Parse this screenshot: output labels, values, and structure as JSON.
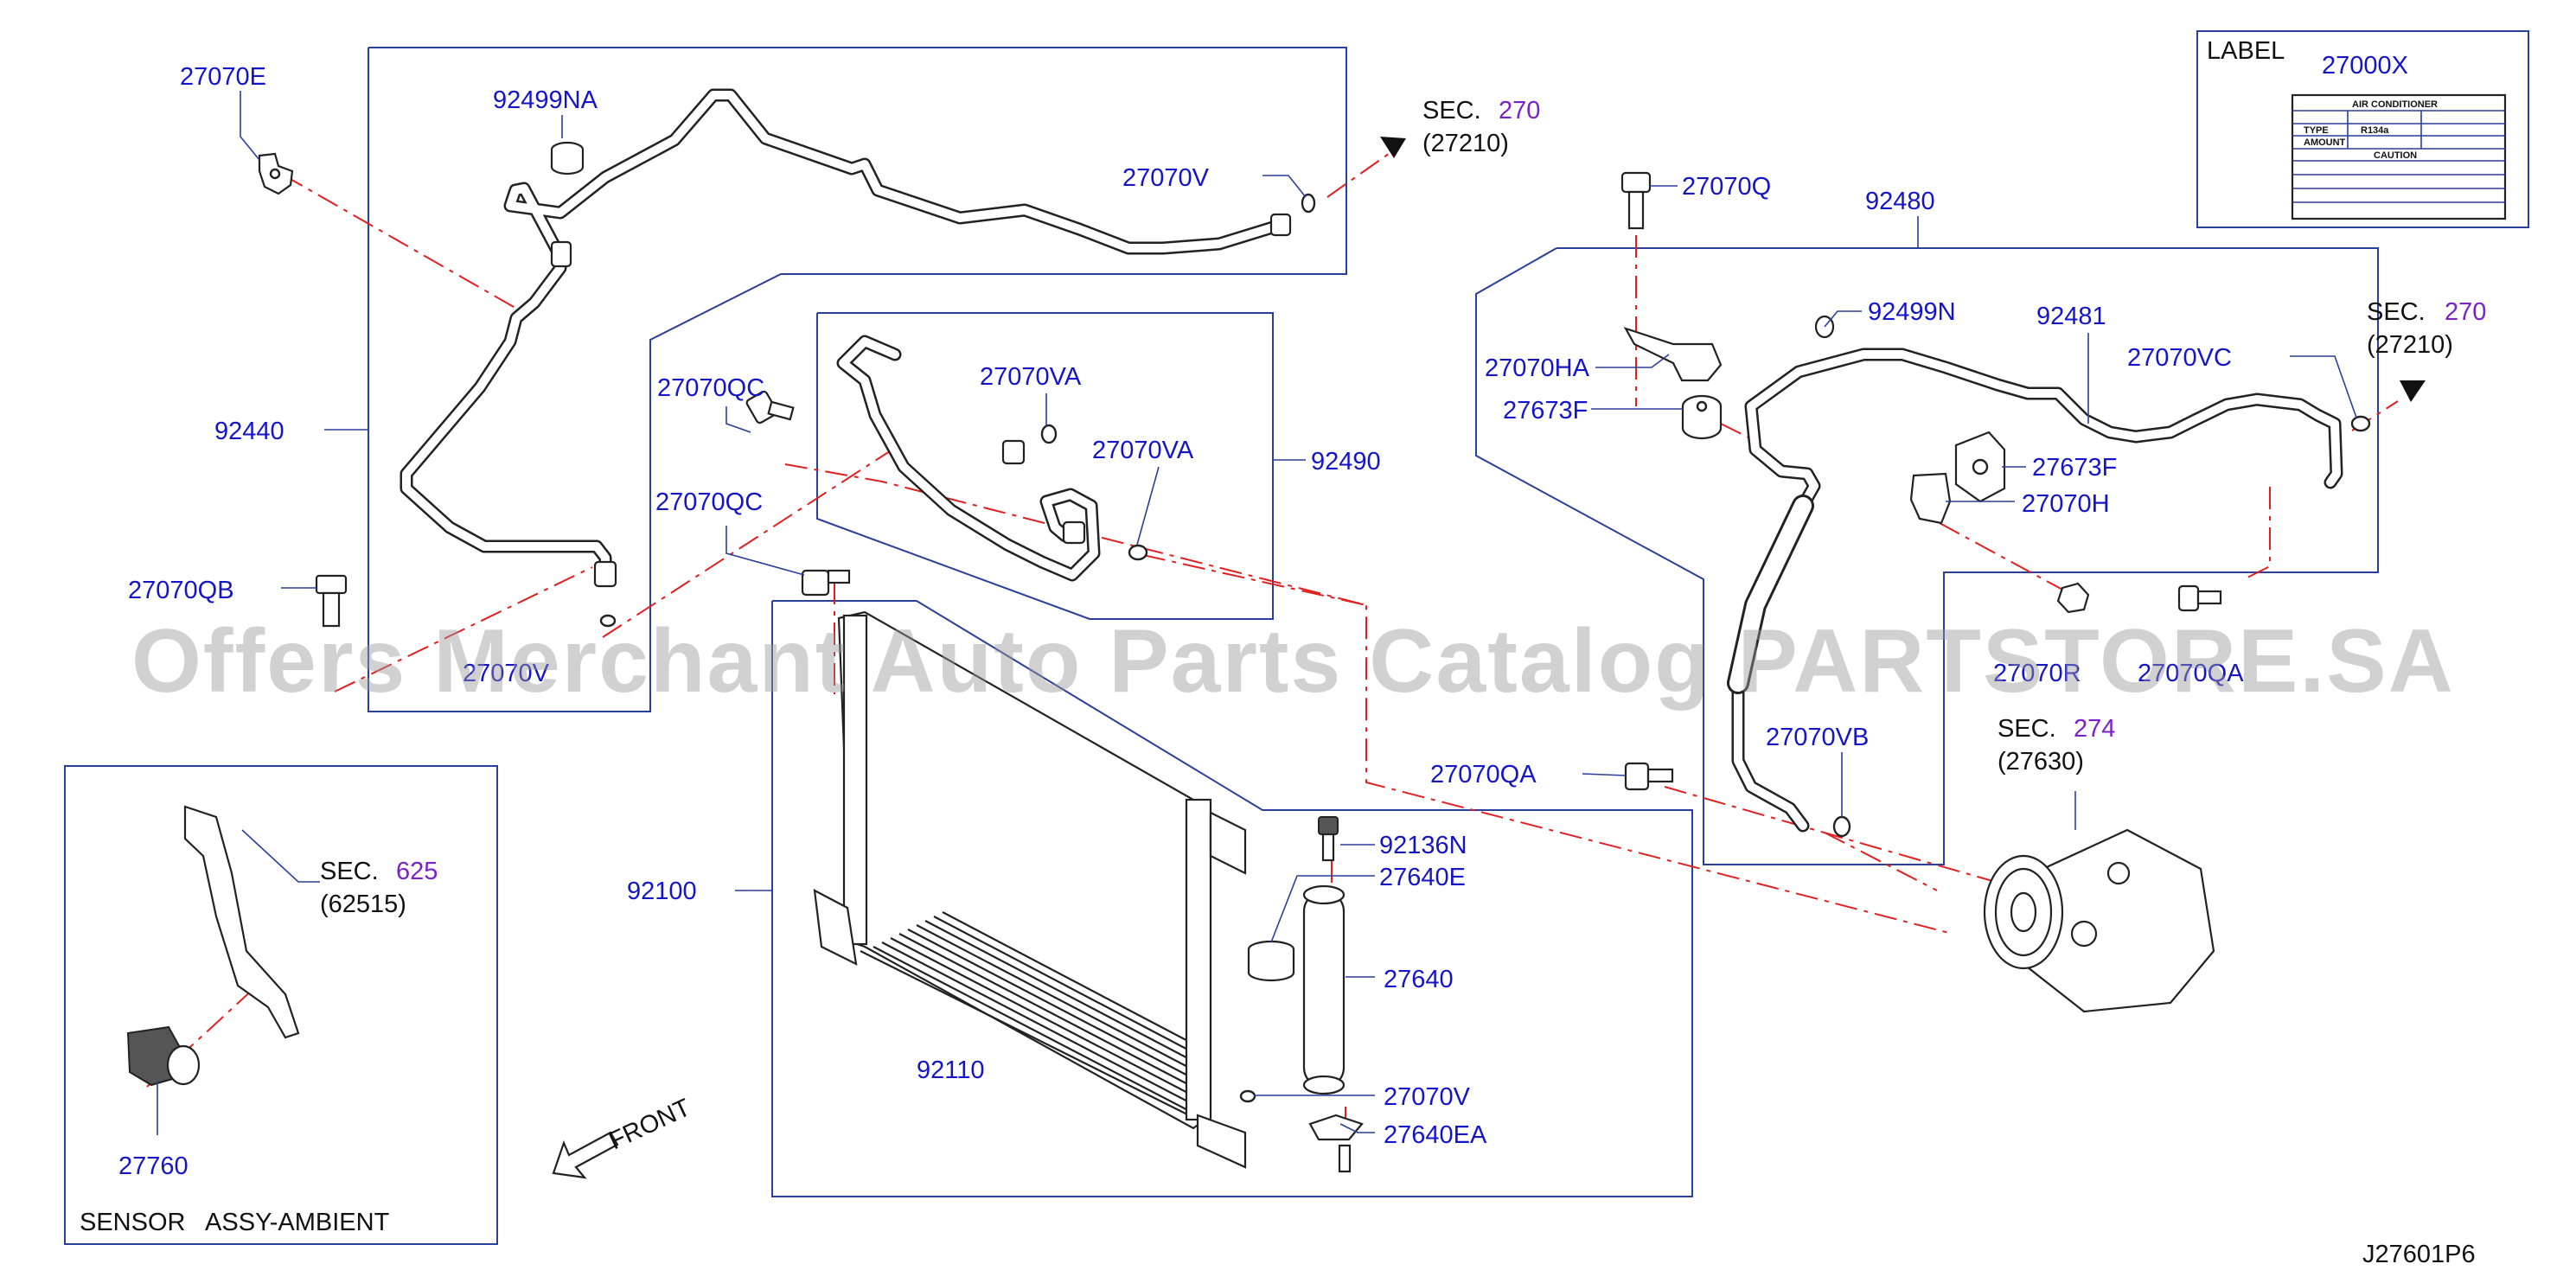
{
  "watermark": "Offers Merchant Auto Parts Catalog PARTSTORE.SA",
  "diagram_code": "J27601P6",
  "front_label": "FRONT",
  "sensor_caption": "SENSOR   ASSY-AMBIENT",
  "label_box": {
    "title": "LABEL",
    "part": "27000X",
    "sticker": {
      "header": "AIR CONDITIONER",
      "type_label": "TYPE",
      "amount_label": "AMOUNT",
      "refrigerant": "R134a",
      "caution": "CAUTION"
    }
  },
  "sections": {
    "sec_label": "SEC.",
    "sec270_top": {
      "num": "270",
      "ref": "(27210)"
    },
    "sec270_right": {
      "num": "270",
      "ref": "(27210)"
    },
    "sec274": {
      "num": "274",
      "ref": "(27630)"
    },
    "sec625": {
      "num": "625",
      "ref": "(62515)"
    }
  },
  "parts": {
    "p27070E": "27070E",
    "p92499NA": "92499NA",
    "p27070V_top": "27070V",
    "p92440": "92440",
    "p27070QB": "27070QB",
    "p27070V_left": "27070V",
    "p27070QC_1": "27070QC",
    "p27070QC_2": "27070QC",
    "p27070VA_1": "27070VA",
    "p27070VA_2": "27070VA",
    "p92490": "92490",
    "p27070QA": "27070QA",
    "p92100": "92100",
    "p92110": "92110",
    "p92136N": "92136N",
    "p27640E": "27640E",
    "p27640": "27640",
    "p27070V_bottom": "27070V",
    "p27640EA": "27640EA",
    "p27760": "27760",
    "p27070Q": "27070Q",
    "p92480": "92480",
    "p92499N": "92499N",
    "p92481": "92481",
    "p27070VC": "27070VC",
    "p27070HA": "27070HA",
    "p27673F_1": "27673F",
    "p27673F_2": "27673F",
    "p27070H": "27070H",
    "p27070R": "27070R",
    "p27070QA_right": "27070QA",
    "p27070VB": "27070VB"
  }
}
